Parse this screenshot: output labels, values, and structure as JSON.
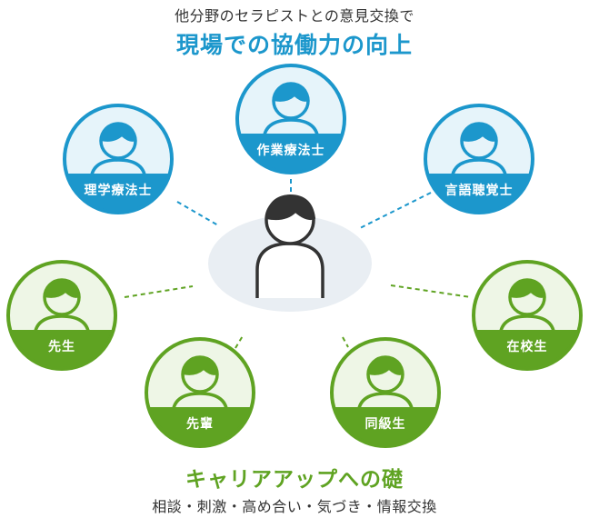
{
  "header": {
    "subtitle": "他分野のセラピストとの意見交換で",
    "title": "現場での協働力の向上"
  },
  "footer": {
    "title": "キャリアアップへの礎",
    "subtitle": "相談・刺激・高め合い・気づき・情報交換"
  },
  "colors": {
    "blue": "#1c97cc",
    "blue_light": "#e6f4fa",
    "green": "#5fa322",
    "green_light": "#eef6e6",
    "center_fill": "#e9eef3",
    "ink": "#333333"
  },
  "nodes": {
    "ot": {
      "label": "作業療法士"
    },
    "pt": {
      "label": "理学療法士"
    },
    "st": {
      "label": "言語聴覚士"
    },
    "teacher": {
      "label": "先生"
    },
    "senior": {
      "label": "先輩"
    },
    "classmate": {
      "label": "同級生"
    },
    "student": {
      "label": "在校生"
    }
  },
  "icons": {
    "center": "person-icon",
    "node": "person-icon"
  }
}
